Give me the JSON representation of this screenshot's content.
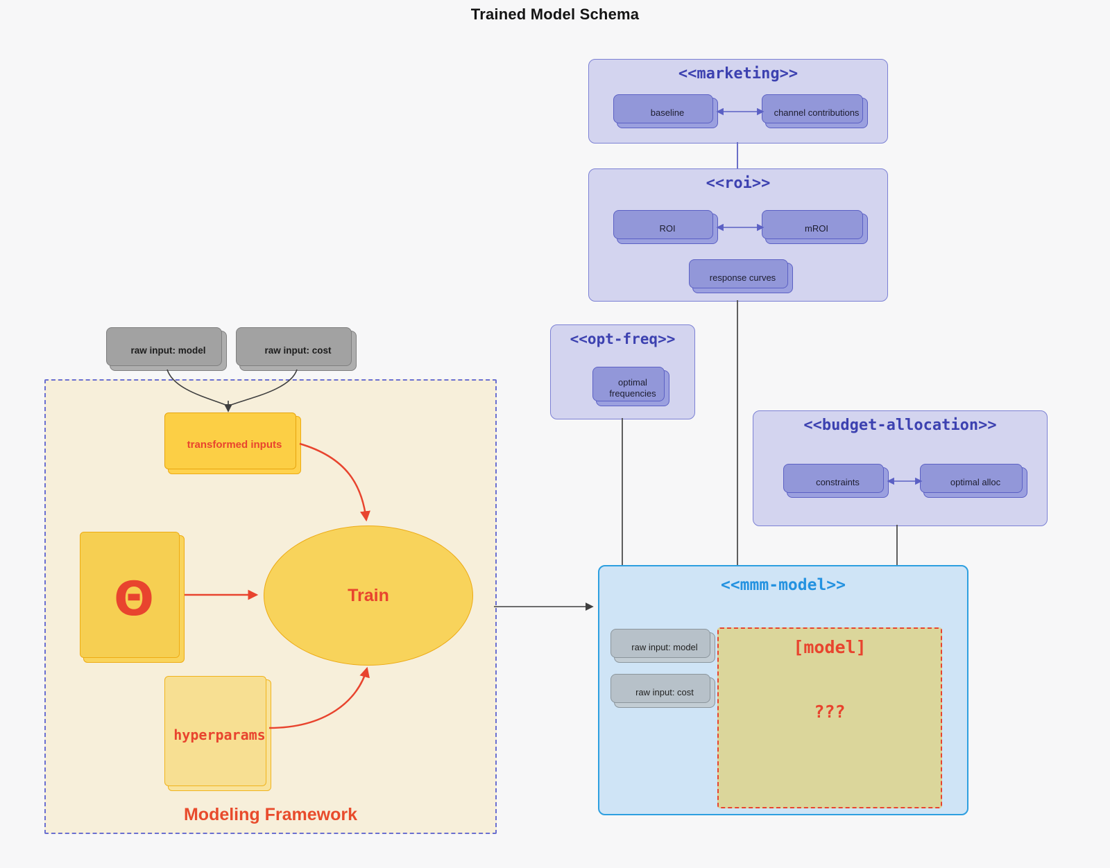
{
  "title": "Trained Model Schema",
  "marketing": {
    "title": "<<marketing>>",
    "baseline": "baseline",
    "channel": "channel contributions"
  },
  "roi": {
    "title": "<<roi>>",
    "roi": "ROI",
    "mroi": "mROI",
    "response": "response curves"
  },
  "opt_freq": {
    "title": "<<opt-freq>>",
    "optimal": "optimal frequencies"
  },
  "budget": {
    "title": "<<budget-allocation>>",
    "constraints": "constraints",
    "alloc": "optimal alloc"
  },
  "mmm": {
    "title": "<<mmm-model>>",
    "raw_model": "raw input: model",
    "raw_cost": "raw input: cost",
    "model_title": "[model]",
    "model_body": "???"
  },
  "framework": {
    "label": "Modeling Framework",
    "transformed": "transformed inputs",
    "theta": "Θ",
    "train": "Train",
    "hyperparams": "hyperparams"
  },
  "inputs": {
    "model": "raw input: model",
    "cost": "raw input: cost"
  },
  "colors": {
    "purple_container_fill": "#d3d4ef",
    "purple_border": "#7b80d4",
    "purple_node_fill": "#9ba0df",
    "purple_title": "#3c41b0",
    "blue_container_fill": "#cfe4f6",
    "blue_border": "#2d9fe0",
    "blue_title": "#2492e0",
    "khaki_fill": "#dbd69b",
    "cream_fill": "#f7efda",
    "yellow_fill": "#f8d35b",
    "yellow_border": "#eca912",
    "gray_node_fill": "#aeaeae",
    "grayblue_node_fill": "#c3cdd4",
    "red_accent": "#e8442e",
    "edge_dark": "#3f3f3f"
  }
}
